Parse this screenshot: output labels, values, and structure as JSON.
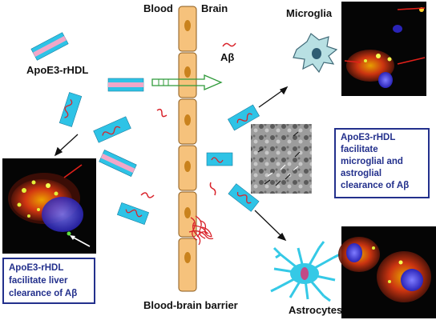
{
  "labels": {
    "blood": "Blood",
    "brain": "Brain",
    "microglia": "Microglia",
    "abeta": "Aβ",
    "apoe_rhdl": "ApoE3-rHDL",
    "bbb": "Blood-brain barrier",
    "astrocytes": "Astrocytes"
  },
  "notes": {
    "brain": [
      "ApoE3-rHDL",
      "facilitate",
      "microglial and",
      "astroglial",
      "clearance of Aβ"
    ],
    "liver": [
      "ApoE3-rHDL",
      "facilitate liver",
      "clearance of Aβ"
    ]
  },
  "colors": {
    "particle": "#2ec3e6",
    "particle_core": "#f2a7c8",
    "abeta": "#d9232b",
    "barrier_cell": "#f6c27c",
    "nucleus": "#c9821d",
    "microglia_cell": "#b8e0e3",
    "astrocyte_cell": "#35c9e6",
    "note_border": "#23308c",
    "arrow_green": "#2f9a3a"
  }
}
